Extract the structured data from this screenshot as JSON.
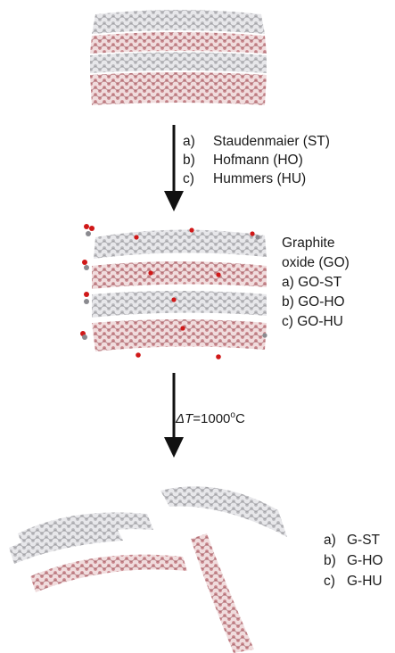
{
  "step1": {
    "items": [
      {
        "label": "a)",
        "text": "Staudenmaier (ST)"
      },
      {
        "label": "b)",
        "text": "Hofmann (HO)"
      },
      {
        "label": "c)",
        "text": "Hummers (HU)"
      }
    ]
  },
  "oxide": {
    "title_line1": "Graphite",
    "title_line2": "oxide (GO)",
    "items": [
      "a) GO-ST",
      "b) GO-HO",
      "c) GO-HU"
    ]
  },
  "step2": {
    "delta": "Δ",
    "t": "T",
    "value": "=1000",
    "degree": "o",
    "unit": "C"
  },
  "graphene": {
    "items": [
      {
        "label": "a)",
        "text": "G-ST"
      },
      {
        "label": "b)",
        "text": "G-HO"
      },
      {
        "label": "c)",
        "text": "G-HU"
      }
    ]
  },
  "colors": {
    "gray_atom": "#c9c9cc",
    "pink_atom": "#c98a8f",
    "oxygen": "#d01818",
    "arrow": "#111111"
  }
}
